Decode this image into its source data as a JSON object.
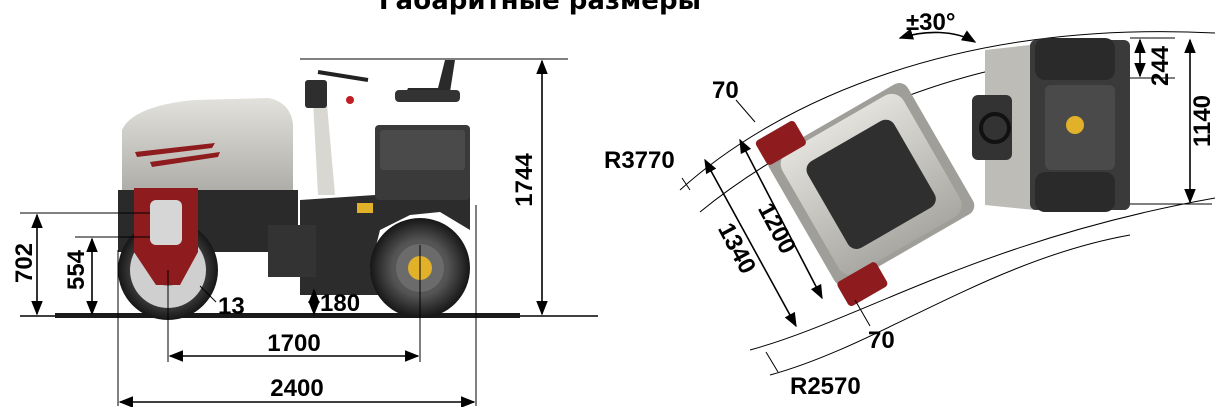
{
  "title": "Габаритные размеры",
  "side_view": {
    "height_total": "1744",
    "height_axle": "702",
    "height_drum": "554",
    "drum_offset": "13",
    "ground_clearance": "180",
    "wheelbase": "1700",
    "length_total": "2400"
  },
  "top_view": {
    "angle": "±30°",
    "width_front_mid": "1200",
    "width_front_total": "1340",
    "overhang_top": "70",
    "overhang_bottom": "70",
    "outer_radius": "R3770",
    "inner_radius": "R2570",
    "side_offset": "244",
    "rear_width": "1140"
  },
  "colors": {
    "body_grey": "#b9b8b3",
    "dark": "#2e2e2e",
    "red": "#8e1b1d",
    "yellow": "#e2b12a"
  }
}
